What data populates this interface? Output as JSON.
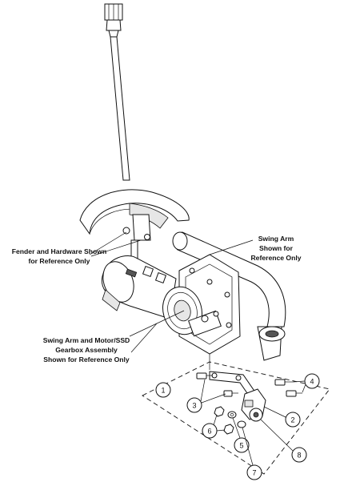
{
  "callouts": {
    "fender": [
      "Fender and Hardware Shown",
      "for Reference Only"
    ],
    "swing_arm": [
      "Swing Arm",
      "Shown for",
      "Reference Only"
    ],
    "motor": [
      "Swing Arm and Motor/SSD",
      "Gearbox Assembly",
      "Shown for Reference Only"
    ]
  },
  "item_numbers": [
    "1",
    "2",
    "3",
    "4",
    "5",
    "6",
    "7",
    "8"
  ]
}
